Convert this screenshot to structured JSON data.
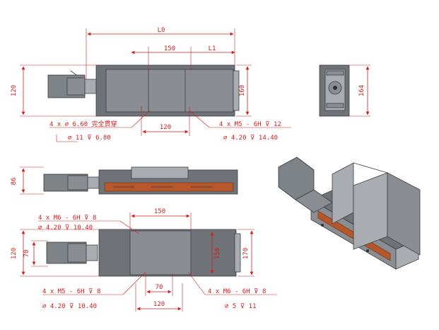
{
  "drawing": {
    "top_view": {
      "dims": {
        "overall_length": "L0",
        "carriage_spacing": "150",
        "stroke_extra": "L1",
        "height_left": "120",
        "height_right": "160",
        "center_bottom": "120"
      },
      "callouts": {
        "holes_a_line1": "4 x  ⌀ 6.60 完全貫穿",
        "holes_a_line2": "⌀ 11  ⊽ 6.80",
        "holes_b_line1": "4 x  M5 - 6H  ⊽  12",
        "holes_b_line2": "⌀ 4.20  ⊽  14.40"
      }
    },
    "end_view": {
      "dims": {
        "height": "164"
      }
    },
    "side_view": {
      "dims": {
        "height": "86"
      }
    },
    "bottom_view": {
      "dims": {
        "top_width": "150",
        "left_outer": "120",
        "left_inner": "70",
        "center": "150",
        "right": "170",
        "bottom_inner": "70",
        "bottom_outer": "120"
      },
      "callouts": {
        "top_line1": "4 x  M6 - 6H  ⊽  8",
        "top_line2": "⌀ 4.20  ⊽  10.40",
        "bl_line1": "4 x  M5 - 6H  ⊽  8",
        "bl_line2": "⌀ 4.20  ⊽  10.40",
        "br_line1": "4 x  M6 - 6H  ⊽  8",
        "br_line2": "⌀ 5  ⊽  11"
      }
    }
  }
}
